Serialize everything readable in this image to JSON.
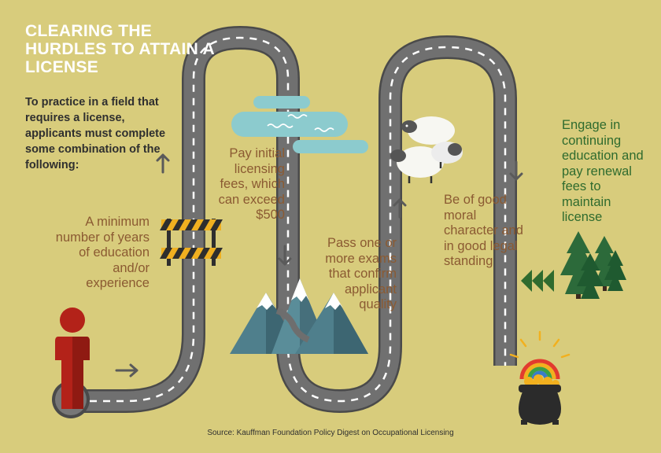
{
  "title": "CLEARING THE HURDLES TO ATTAIN A LICENSE",
  "intro": "To practice in a field that requires a license, applicants must complete some combination of the following:",
  "steps": [
    {
      "text": "A minimum number of years of education and/or experience"
    },
    {
      "text": "Pay initial licensing fees, which can exceed $500"
    },
    {
      "text": "Pass one or more exams that confirm applicant quality"
    },
    {
      "text": "Be of good moral character and in good legal standing"
    },
    {
      "text": "Engage in continuing education and pay renewal fees to maintain license"
    }
  ],
  "source": "Source: Kauffman Foundation Policy Digest on Occupational Licensing",
  "colors": {
    "background": "#d8cc7c",
    "road": "#6e6e6e",
    "road_edge": "#4a4a4a",
    "step_text": "#8b5a32",
    "final_step_text": "#2f6b2e",
    "person": "#b32219"
  },
  "icons": [
    "person-icon",
    "barrier-icon",
    "cloud-icon",
    "mountains-icon",
    "sheep-icon",
    "trees-icon",
    "pot-of-gold-icon",
    "rainbow-icon",
    "arrow-icon"
  ]
}
